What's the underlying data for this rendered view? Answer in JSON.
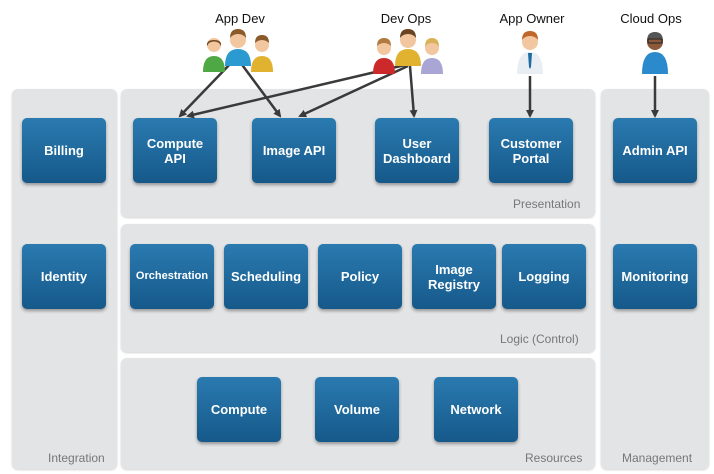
{
  "roles": {
    "app_dev": "App Dev",
    "dev_ops": "Dev Ops",
    "app_owner": "App Owner",
    "cloud_ops": "Cloud Ops"
  },
  "panels": {
    "integration": "Integration",
    "presentation": "Presentation",
    "logic": "Logic (Control)",
    "resources": "Resources",
    "management": "Management"
  },
  "boxes": {
    "billing": "Billing",
    "identity": "Identity",
    "compute_api": "Compute\nAPI",
    "image_api": "Image API",
    "user_dashboard": "User\nDashboard",
    "customer_portal": "Customer\nPortal",
    "orchestration": "Orchestration",
    "scheduling": "Scheduling",
    "policy": "Policy",
    "image_registry": "Image\nRegistry",
    "logging": "Logging",
    "compute": "Compute",
    "volume": "Volume",
    "network": "Network",
    "admin_api": "Admin API",
    "monitoring": "Monitoring"
  },
  "colors": {
    "box_blue": "#1d6a9e",
    "panel_gray": "#e3e4e6",
    "arrow": "#3a3a3a"
  }
}
